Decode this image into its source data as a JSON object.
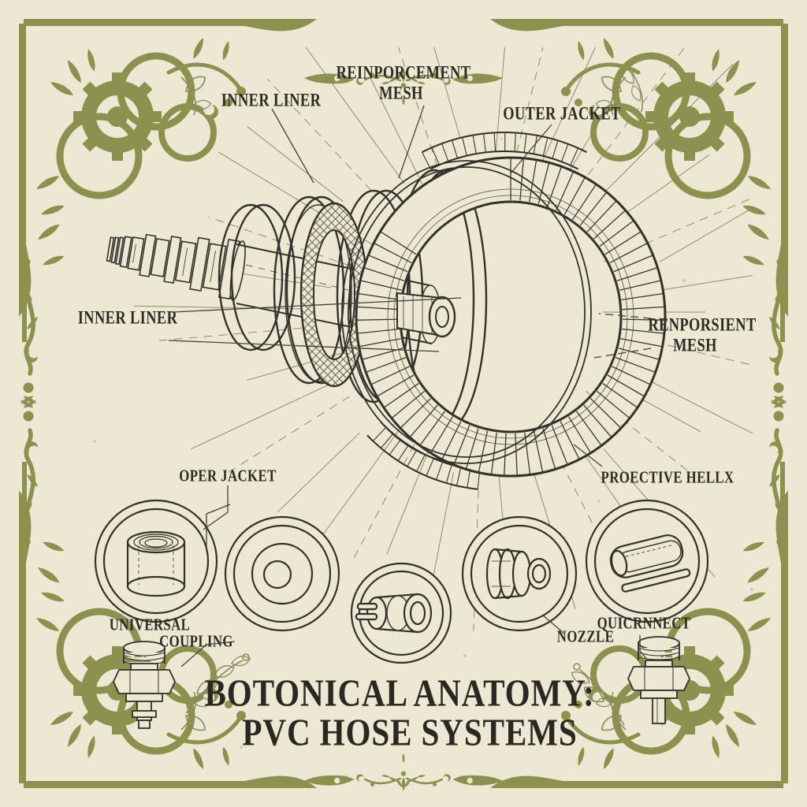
{
  "palette": {
    "paper": "#ECE8D4",
    "accent_olive": "#8C9150",
    "ink": "#2D2B23",
    "engrave_line": "#3C392F",
    "ray_line": "#8F8A71",
    "sketch_line": "#8B8C60"
  },
  "callouts": {
    "inner_liner_top": "INNER LINER",
    "reinforcement_mesh_line1": "REINPORCEMENT",
    "reinforcement_mesh_line2": "MESH",
    "outer_jacket_top": "OUTER JACKET",
    "inner_liner_left": "INNER LINER",
    "reinforcement_mesh_right_line1": "RENPORSIENT",
    "reinforcement_mesh_right_line2": "MESH",
    "outer_jacket_lower": "OPER JACKET",
    "protective_helix": "PROECTIVE HELLX",
    "universal_coupling_line1": "UNIVERSAL",
    "universal_coupling_line2": "COUPLING",
    "nozzle": "NOZZLE",
    "quick_connect": "QUICRNNECT"
  },
  "title": {
    "line1": "BOTONICAL ANATOMY:",
    "line2": "PVC HOSE SYSTEMS"
  },
  "ornaments": {
    "corner_flourish": "gear-and-rings-vine-flourish-icon",
    "edge_vine": "wavy-vine-with-berries-icon",
    "center_flourish": "symmetric-leaf-scroll-icon"
  }
}
